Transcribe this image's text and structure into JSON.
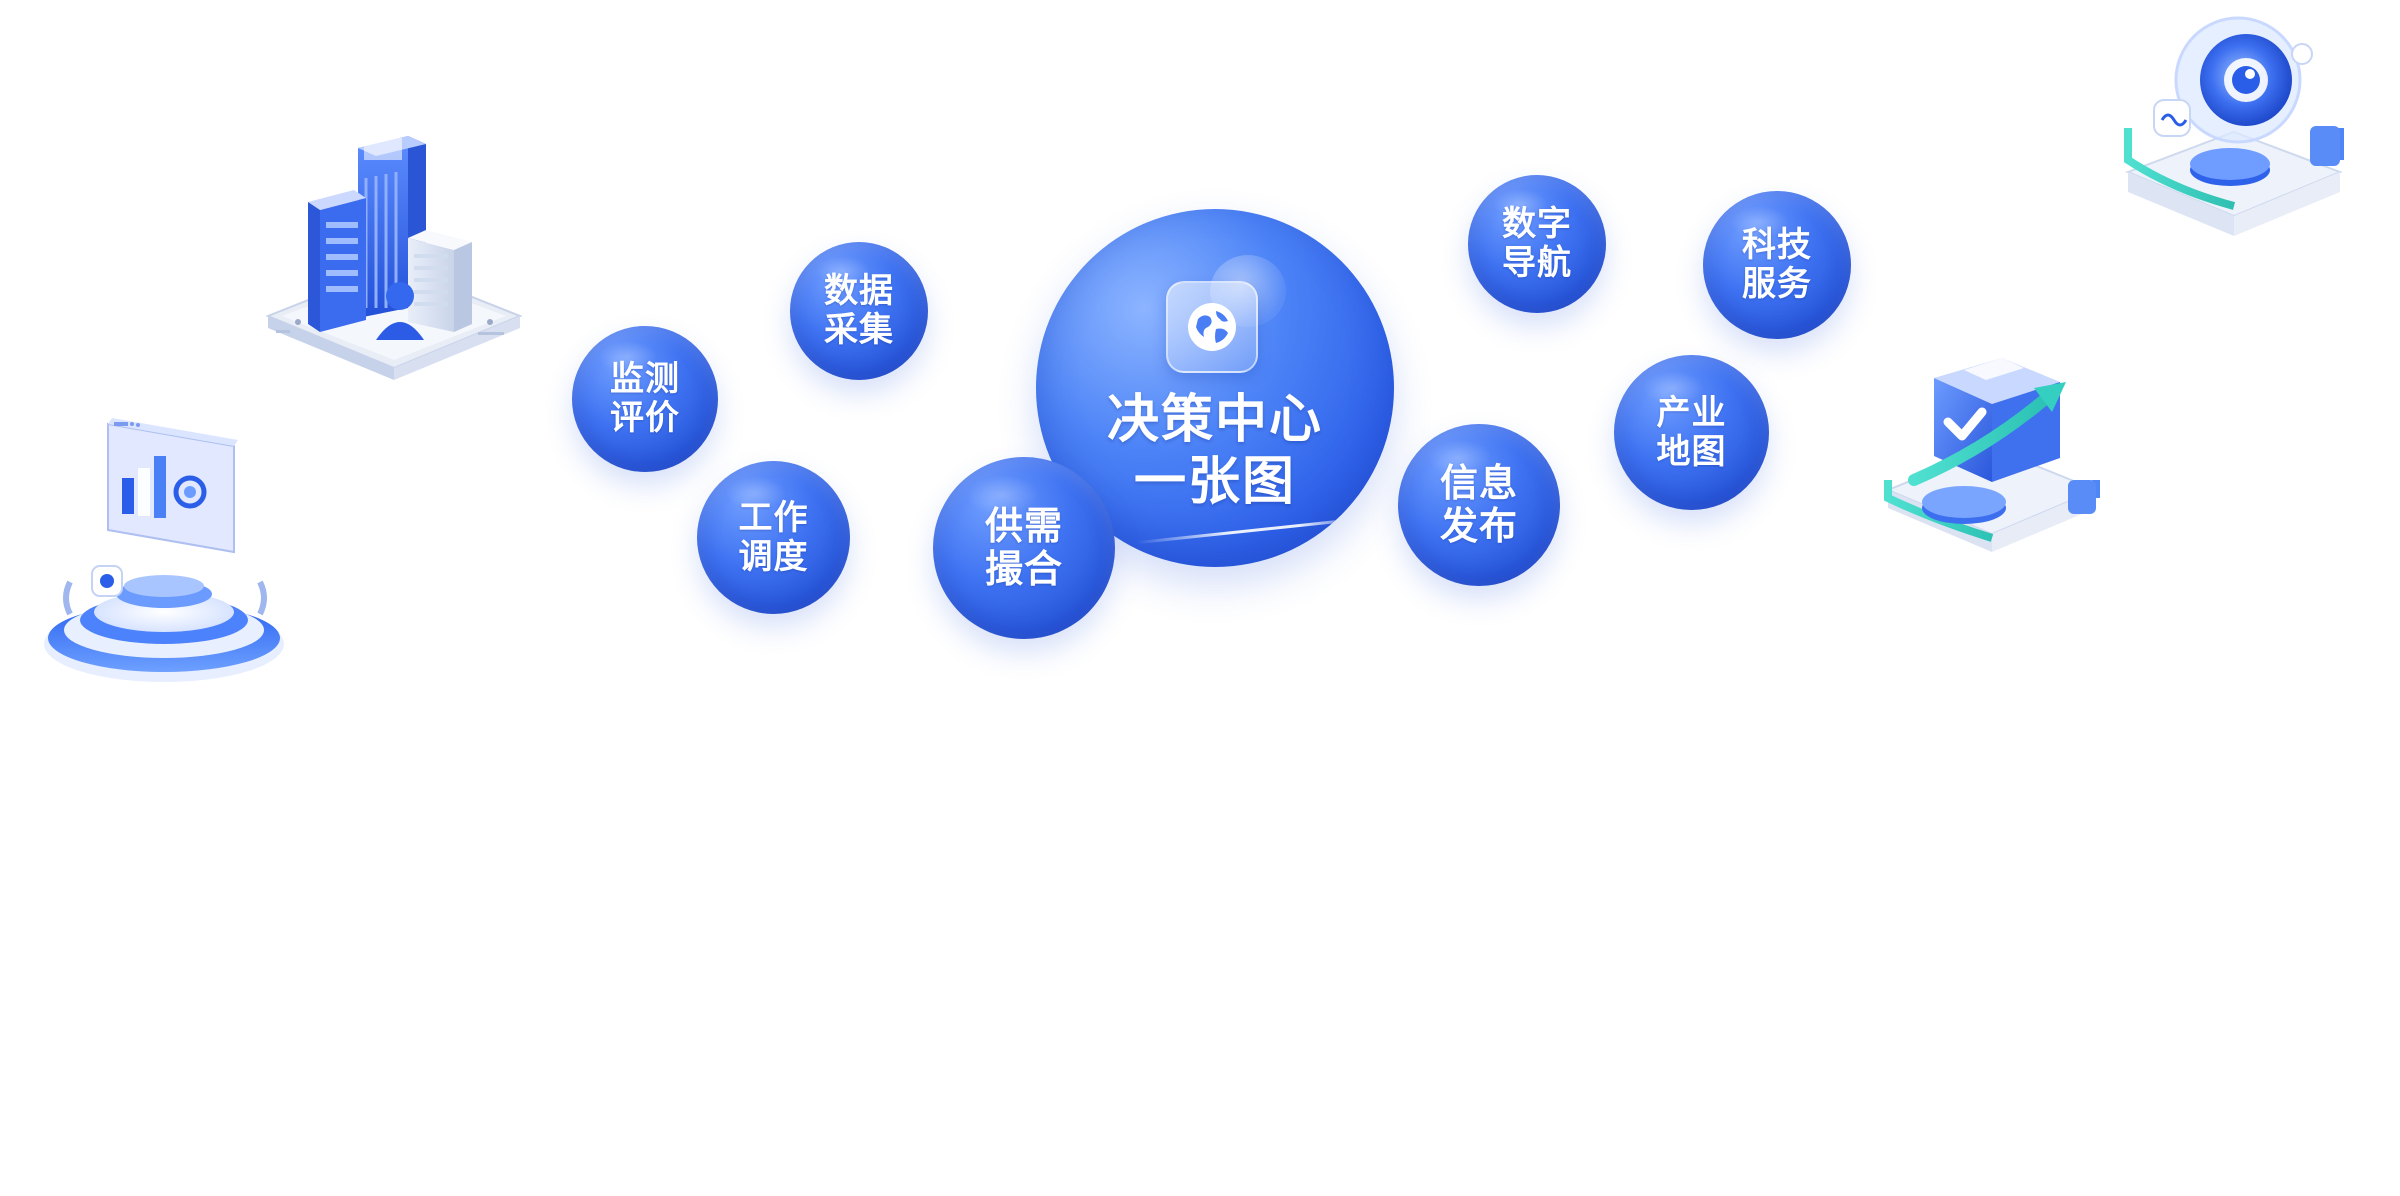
{
  "center": {
    "line1": "决策中心",
    "line2": "一张图",
    "icon": "globe-icon"
  },
  "bubbles": {
    "jiance": {
      "line1": "监测",
      "line2": "评价"
    },
    "caiji": {
      "line1": "数据",
      "line2": "采集"
    },
    "diaodu": {
      "line1": "工作",
      "line2": "调度"
    },
    "cuohe": {
      "line1": "供需",
      "line2": "撮合"
    },
    "fabu": {
      "line1": "信息",
      "line2": "发布"
    },
    "daohang": {
      "line1": "数字",
      "line2": "导航"
    },
    "ditu": {
      "line1": "产业",
      "line2": "地图"
    },
    "keji": {
      "line1": "科技",
      "line2": "服务"
    }
  },
  "illustrations": {
    "buildings": "city-buildings-icon",
    "dashboard": "dashboard-chart-icon",
    "package": "package-check-icon",
    "eye": "eye-lens-icon"
  },
  "colors": {
    "bubble_light": "#6f9dff",
    "bubble_mid": "#3f73f2",
    "bubble_dark": "#2149c6",
    "teal_accent": "#35d3c4",
    "background": "#ffffff"
  }
}
